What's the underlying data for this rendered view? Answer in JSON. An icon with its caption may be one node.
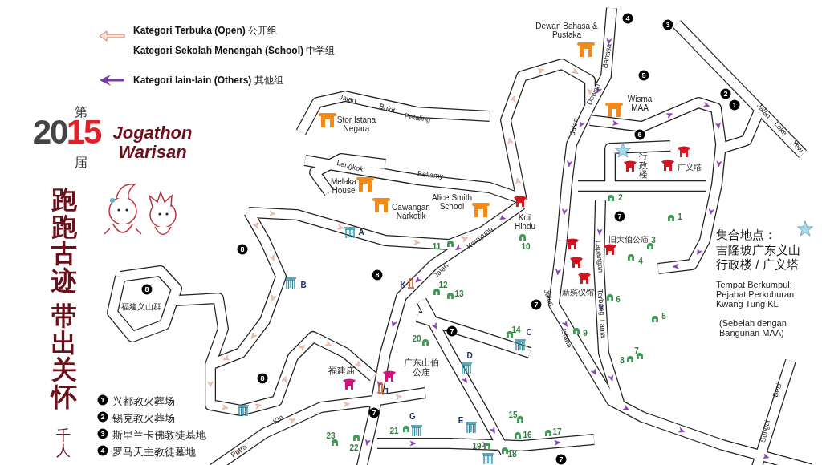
{
  "diagram": {
    "labels": [
      "第",
      "20",
      "15",
      "届",
      "Jogathon Warisan",
      "跑跑古迹",
      "带出关怀",
      "千人",
      "1",
      "兴都教火葬场",
      "2",
      "锡克教火葬场",
      "3",
      "斯里兰卡佛教徒墓地",
      "4",
      "罗马天主教徒墓地",
      "Dewan Bahasa & Pustaka",
      "4",
      "3",
      "Jalan",
      "Bukit",
      "Petaling",
      "Stor Istana Negara",
      "Bahasa",
      "5",
      "Dewan",
      "Wisma MAA",
      "2",
      "1",
      "Jalan",
      "Loke",
      "Yew",
      "Jalan",
      "6",
      "行政楼",
      "广义塔",
      "Lengkok",
      "Bellamy",
      "Melaka House",
      "Alice Smith School",
      "Cawangan Narkotik",
      "2",
      "Kuil Hindu",
      "7",
      "1",
      "A",
      "集合地点：",
      "吉隆坡广东义山",
      "行政楼 / 广义塔",
      "8",
      "旧大伯公庙",
      "3",
      "11",
      "10",
      "Kerayung",
      "4",
      "Lapangan",
      "Jalan",
      "8",
      "Tempat Berkumpul: Pejabat Perkuburan Kwang Tung KL",
      "(Sebelah dengan Bangunan MAA)",
      "B",
      "K",
      "12",
      "8",
      "13",
      "新殡仪馆",
      "Jalan",
      "6",
      "Terbang",
      "福建义山群",
      "7",
      "5",
      "Lama",
      "20",
      "14",
      "C",
      "7",
      "9",
      "Istana",
      "7",
      "D",
      "8",
      "广东山伯公庙",
      "福建庙",
      "8",
      "J",
      "7",
      "15",
      "G",
      "E",
      "Kin",
      "21",
      "17",
      "16",
      "23",
      "22",
      "19",
      "Putra",
      "18",
      "7",
      "Sungai",
      "Besi"
    ],
    "legend": [
      {
        "text": "**Kategori Terbuka (Open)**  公开组"
      },
      {
        "text": "**Kategori Sekolah Menengah (School)**  中学组"
      },
      {
        "text": "**Kategori lain-lain (Others)**  其他组"
      }
    ]
  }
}
